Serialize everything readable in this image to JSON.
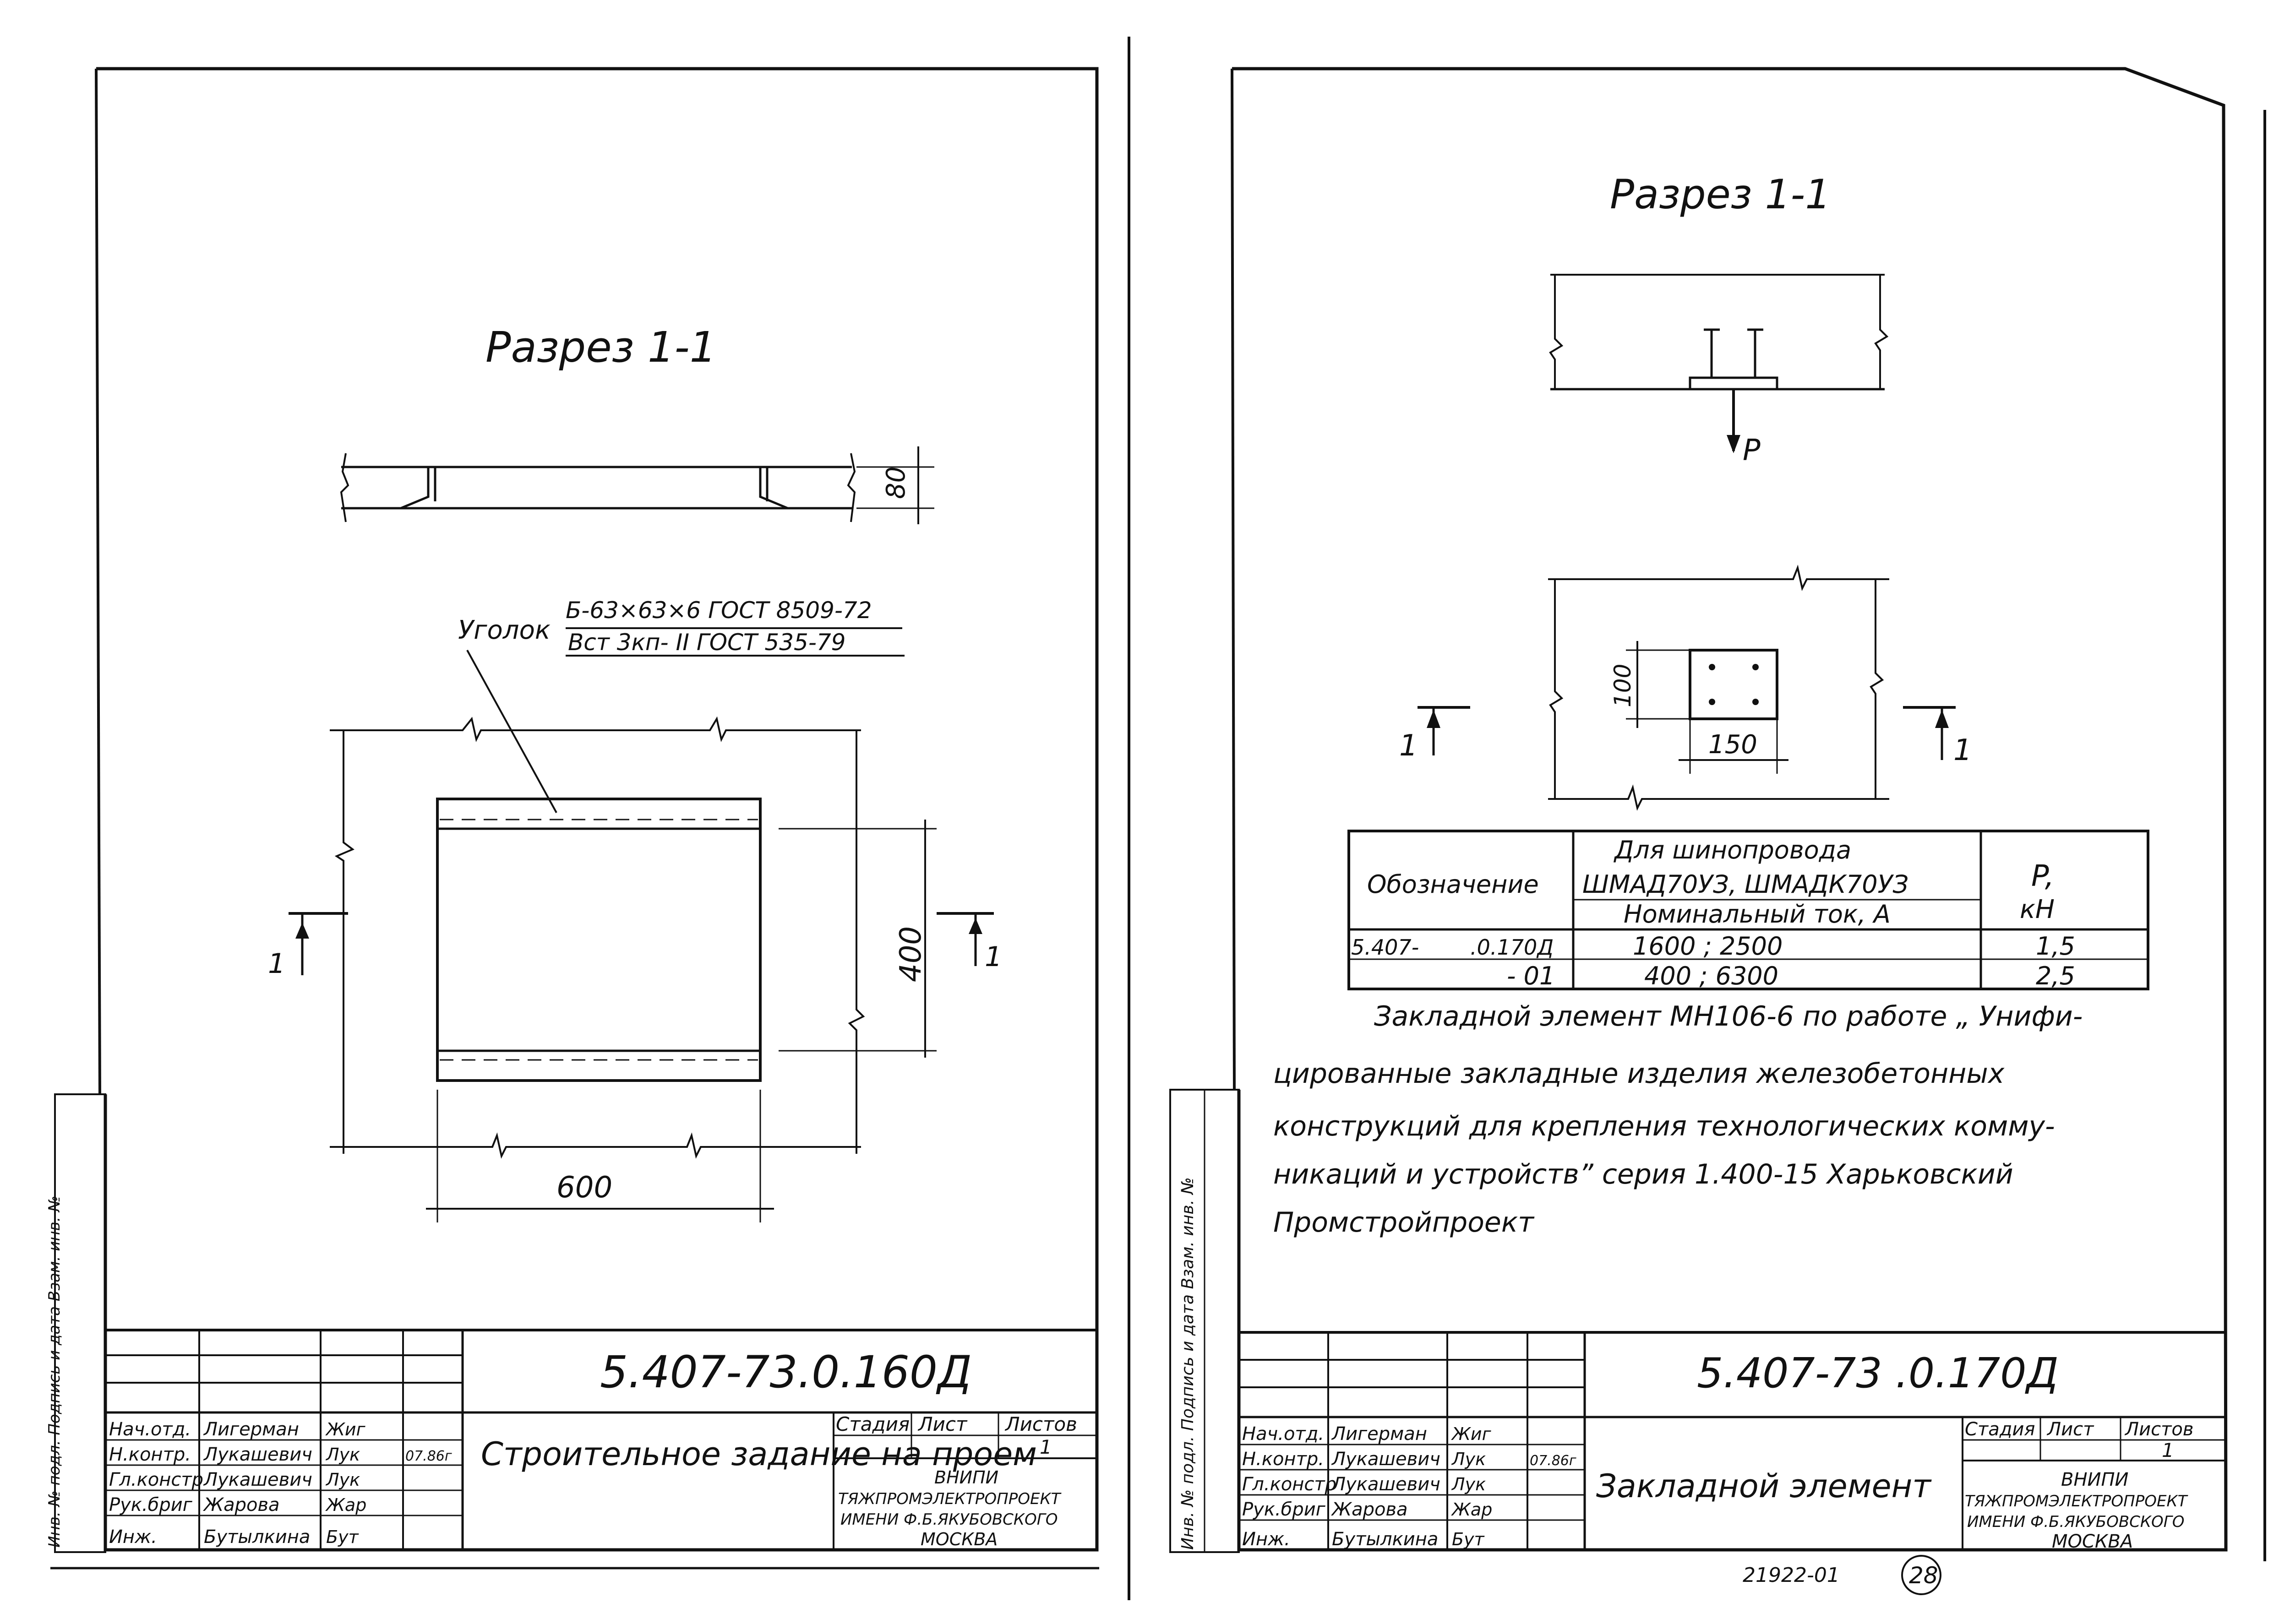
{
  "left_sheet": {
    "section_title": "Разрез 1-1",
    "dim_height": "80",
    "angle_label": "Уголок",
    "angle_spec_top": "Б-63×63×6 ГОСТ 8509-72",
    "angle_spec_bottom": "Вст 3кп- II ГОСТ 535-79",
    "dim_400": "400",
    "dim_600": "600",
    "cut_mark_left": "1",
    "cut_mark_right": "1",
    "doc_code": "5.407-73.0.160Д",
    "title": "Строительное задание на проем",
    "head_stage": "Стадия",
    "head_sheet": "Лист",
    "head_sheets": "Листов",
    "sheets_value": "1",
    "org_line1": "ВНИПИ",
    "org_line2": "ТЯЖПРОМЭЛЕКТРОПРОЕКТ",
    "org_line3": "ИМЕНИ Ф.Б.ЯКУБОВСКОГО",
    "org_line4": "МОСКВА",
    "date": "07.86г",
    "roles": [
      "Нач.отд.",
      "Н.контр.",
      "Гл.констр",
      "Рук.бриг",
      "Инж."
    ],
    "names": [
      "Лигерман",
      "Лукашевич",
      "Лукашевич",
      "Жарова",
      "Бутылкина"
    ],
    "signatures": [
      "Жиг",
      "Лук",
      "Лук",
      "Жар",
      "Бут"
    ],
    "side_label": "Инв. № подл. Подпись и дата Взам. инв. №"
  },
  "right_sheet": {
    "section_title": "Разрез 1-1",
    "load_label": "P",
    "dim_100": "100",
    "dim_150": "150",
    "cut_mark_left": "1",
    "cut_mark_right": "1",
    "table": {
      "col1_header": "Обозначение",
      "col2_header_top": "Для шинопровода",
      "col2_header_mid": "ШМАД70УЗ, ШМАДК70УЗ",
      "col2_header_bottom": "Номинальный ток, А",
      "col3_header_top": "P,",
      "col3_header_bottom": "кН",
      "rows": [
        {
          "code_a": "5.407-",
          "code_b": ".0.170Д",
          "current": "1600 ;   2500",
          "p": "1,5"
        },
        {
          "code_a": "",
          "code_b": "- 01",
          "current": "400 ;   6300",
          "p": "2,5"
        }
      ]
    },
    "note_lines": [
      "Закладной элемент МН106-6 по работе „ Унифи-",
      "цированные закладные изделия железобетонных",
      "конструкций для крепления технологических комму-",
      "никаций и устройств” серия 1.400-15 Харьковский",
      "Промстройпроект"
    ],
    "doc_code": "5.407-73 .0.170Д",
    "title": "Закладной элемент",
    "head_stage": "Стадия",
    "head_sheet": "Лист",
    "head_sheets": "Листов",
    "sheets_value": "1",
    "org_line1": "ВНИПИ",
    "org_line2": "ТЯЖПРОМЭЛЕКТРОПРОЕКТ",
    "org_line3": "ИМЕНИ Ф.Б.ЯКУБОВСКОГО",
    "org_line4": "МОСКВА",
    "date": "07.86г",
    "roles": [
      "Нач.отд.",
      "Н.контр.",
      "Гл.констр",
      "Рук.бриг",
      "Инж."
    ],
    "names": [
      "Лигерман",
      "Лукашевич",
      "Лукашевич",
      "Жарова",
      "Бутылкина"
    ],
    "signatures": [
      "Жиг",
      "Лук",
      "Лук",
      "Жар",
      "Бут"
    ],
    "side_label": "Инв. № подл. Подпись и дата Взам. инв. №",
    "archive_number": "21922-01",
    "page_number": "28"
  }
}
